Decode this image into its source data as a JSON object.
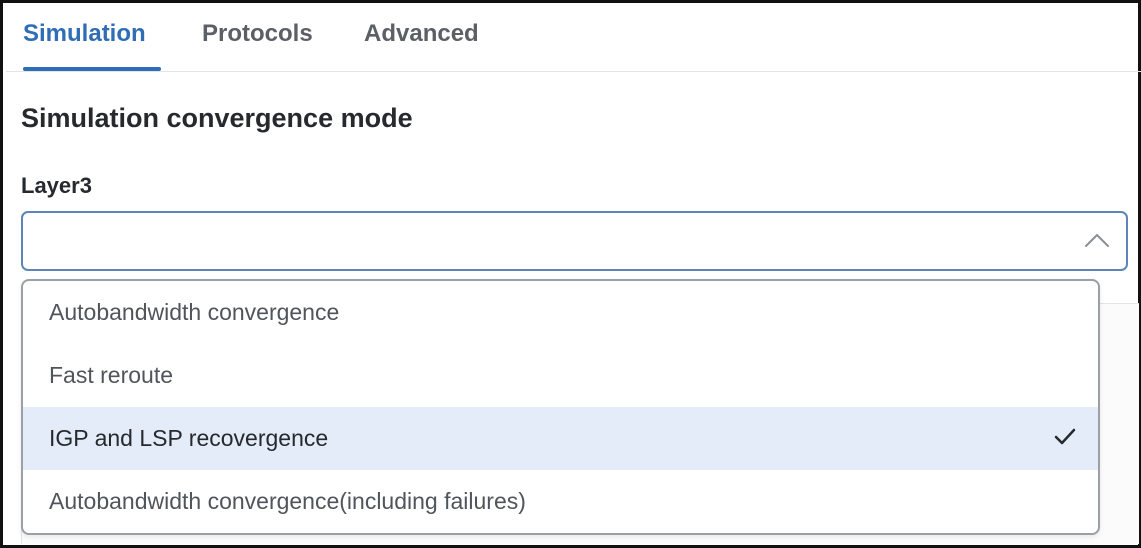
{
  "tabs": [
    {
      "label": "Simulation",
      "active": true
    },
    {
      "label": "Protocols",
      "active": false
    },
    {
      "label": "Advanced",
      "active": false
    }
  ],
  "section": {
    "title": "Simulation convergence mode"
  },
  "field": {
    "label": "Layer3",
    "value": "",
    "expanded": true
  },
  "dropdown": {
    "options": [
      {
        "label": "Autobandwidth convergence",
        "selected": false
      },
      {
        "label": "Fast reroute",
        "selected": false
      },
      {
        "label": "IGP and LSP recovergence",
        "selected": true
      },
      {
        "label": "Autobandwidth convergence(including failures)",
        "selected": false
      }
    ]
  },
  "colors": {
    "accent": "#2f6db5",
    "selected_bg": "#e3ecf8",
    "select_border": "#5c86b8"
  },
  "icons": {
    "select_chevron": "chevron-up-icon",
    "selected_mark": "checkmark-icon"
  }
}
